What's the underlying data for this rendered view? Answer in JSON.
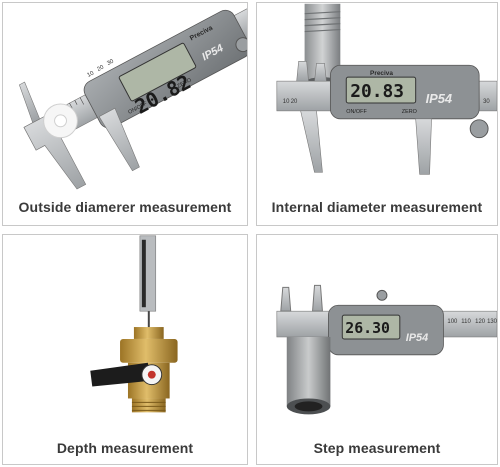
{
  "panels": [
    {
      "caption": "Outside diamerer measurement",
      "lcd": "20.82",
      "brand": "Preciva",
      "ip_rating": "IP54",
      "buttons": [
        "ON/OFF",
        "ZERO"
      ],
      "scale_marks": [
        "10",
        "20",
        "30"
      ]
    },
    {
      "caption": "Internal diameter measurement",
      "lcd": "20.83",
      "brand": "Preciva",
      "ip_rating": "IP54",
      "buttons": [
        "ON/OFF",
        "ZERO"
      ],
      "scale_marks": [
        "10",
        "20",
        "30"
      ]
    },
    {
      "caption": "Depth measurement"
    },
    {
      "caption": "Step measurement",
      "lcd": "26.30",
      "ip_rating": "IP54",
      "scale_marks": [
        "100",
        "110",
        "120",
        "130"
      ]
    }
  ],
  "colors": {
    "steel": "#b9bcbf",
    "body": "#8d9194",
    "lcd_bg": "#aeb7a6",
    "brass": "#c9a24a",
    "handle": "#1c1c1c"
  }
}
